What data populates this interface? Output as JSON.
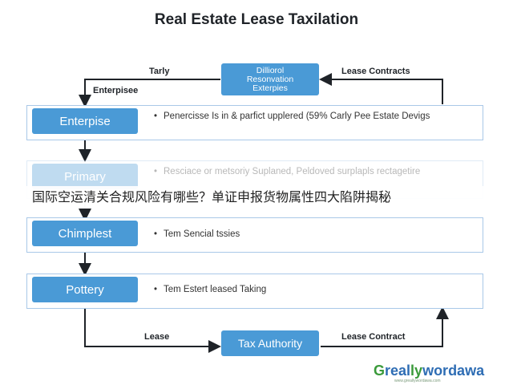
{
  "title": "Real Estate Lease Taxilation",
  "top": {
    "left_label": "Tarly",
    "left_sub_label": "Enterpisee",
    "center_box": "Dilliorol\nResonvation\nExterpies",
    "right_label": "Lease Contracts"
  },
  "rows": [
    {
      "box": "Enterpise",
      "text": "Penercisse Is in & parfict upplered (59% Carly Pee Estate Devigs"
    },
    {
      "box": "Primary",
      "text": "Resciace or metsoriy Suplaned, Peldoved surplapls rectagetire"
    },
    {
      "box": "Chimplest",
      "text": "Tem Sencial tssies"
    },
    {
      "box": "Pottery",
      "text": "Tem Estert leased Taking"
    }
  ],
  "bottom": {
    "left_label": "Lease",
    "center_box": "Tax Authority",
    "right_label": "Lease Contract"
  },
  "overlay_text": "国际空运清关合规风险有哪些？单证申报货物属性四大陷阱揭秘",
  "brand": {
    "g": "G",
    "mid": "real",
    "ly": "ly",
    "rest": "wordawa",
    "sub": "www.greallywordawa.com"
  },
  "colors": {
    "box_blue": "#4a9ad6",
    "row_border": "#a9c8e8",
    "brand_blue": "#2e6db4",
    "brand_green": "#3a9a3a"
  }
}
